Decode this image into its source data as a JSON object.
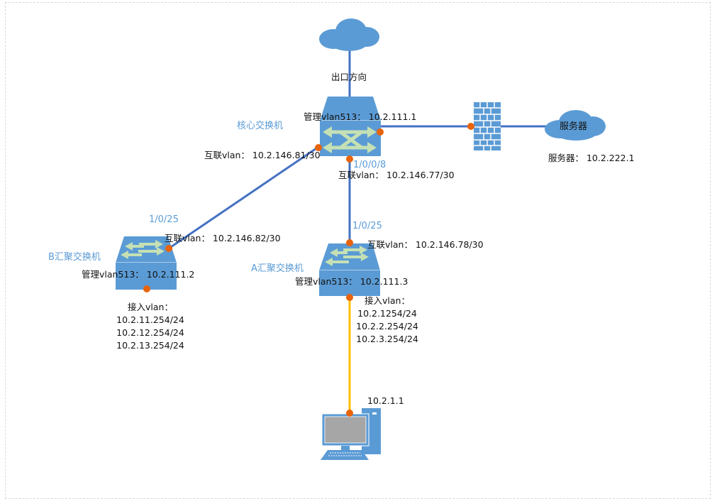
{
  "colors": {
    "device": "#5b9bd5",
    "link": "#4472c4",
    "access_link": "#ffc000",
    "port_dot": "#e8630a",
    "arrow": "#c5e0b4",
    "label_blue": "#5b9bd5"
  },
  "internet": {
    "icon": "cloud-icon",
    "direction_label": "出口方向"
  },
  "core_switch": {
    "name": "核心交换机",
    "mgmt": "管理vlan513：  10.2.111.1",
    "port_down": "1/0/0/8",
    "interlink_down": "互联vlan：  10.2.146.77/30",
    "interlink_left": "互联vlan：  10.2.146.81/30"
  },
  "firewall": {
    "icon": "firewall-icon"
  },
  "server": {
    "cloud_label": "服务器",
    "address": "服务器：  10.2.222.1"
  },
  "switch_b": {
    "name": "B汇聚交换机",
    "port": "1/0/25",
    "interlink": "互联vlan：  10.2.146.82/30",
    "mgmt": "管理vlan513：  10.2.111.2",
    "access_title": "接入vlan：",
    "access_vlans": [
      "10.2.11.254/24",
      "10.2.12.254/24",
      "10.2.13.254/24"
    ]
  },
  "switch_a": {
    "name": "A汇聚交换机",
    "port": "1/0/25",
    "interlink": "互联vlan：  10.2.146.78/30",
    "mgmt": "管理vlan513：  10.2.111.3",
    "access_title": "接入vlan：",
    "access_vlans": [
      "10.2.1254/24",
      "10.2.2.254/24",
      "10.2.3.254/24"
    ]
  },
  "pc": {
    "icon": "computer-icon",
    "address": "10.2.1.1"
  }
}
